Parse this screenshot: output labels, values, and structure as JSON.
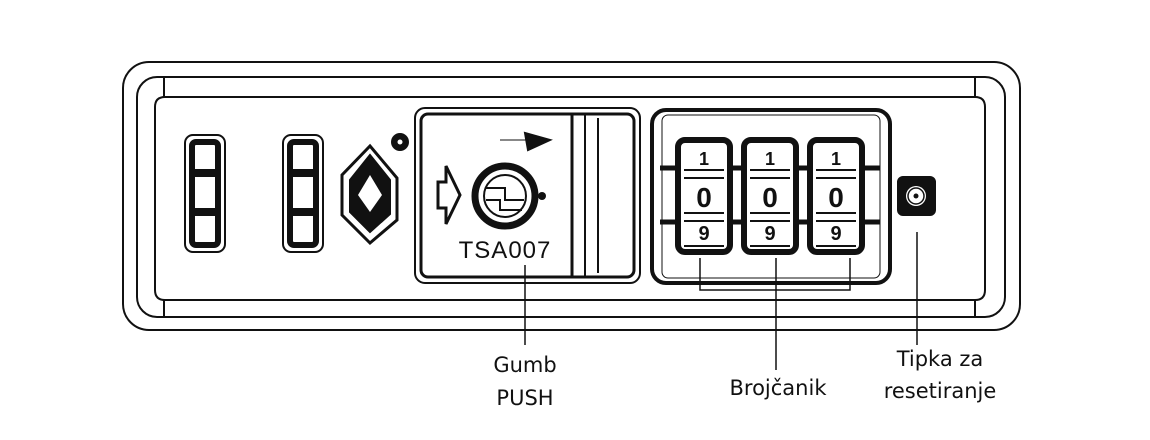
{
  "diagram": {
    "tsa_code": "TSA007",
    "dial_digits": {
      "top": "1",
      "middle": "0",
      "bottom": "9"
    },
    "labels": {
      "push_button": [
        "Gumb",
        "PUSH"
      ],
      "dial": "Brojčanik",
      "reset_button": [
        "Tipka za",
        "resetiranje"
      ]
    },
    "colors": {
      "line": "#111111",
      "background": "#ffffff"
    }
  }
}
